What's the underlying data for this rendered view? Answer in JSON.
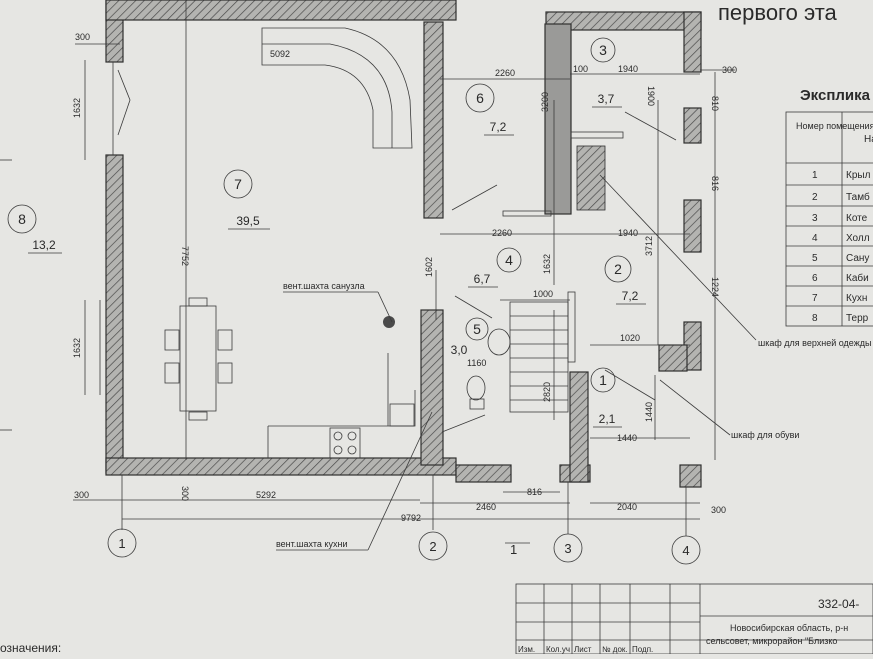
{
  "title_partial": "первого эта",
  "explication": {
    "title_partial": "Эксплика",
    "header_col1": "Номер помещения",
    "header_col2": "На",
    "rows": [
      {
        "num": "1",
        "name": "Крыл"
      },
      {
        "num": "2",
        "name": "Тамб"
      },
      {
        "num": "3",
        "name": "Коте"
      },
      {
        "num": "4",
        "name": "Холл"
      },
      {
        "num": "5",
        "name": "Сану"
      },
      {
        "num": "6",
        "name": "Каби"
      },
      {
        "num": "7",
        "name": "Кухн"
      },
      {
        "num": "8",
        "name": "Терр"
      }
    ]
  },
  "rooms": [
    {
      "num": "8",
      "area": "13,2"
    },
    {
      "num": "7",
      "area": "39,5"
    },
    {
      "num": "6",
      "area": "7,2"
    },
    {
      "num": "3",
      "area": "3,7"
    },
    {
      "num": "4",
      "area": "6,7"
    },
    {
      "num": "2",
      "area": "7,2"
    },
    {
      "num": "5",
      "area": "3,0"
    },
    {
      "num": "1",
      "area": "2,1"
    }
  ],
  "dimensions": {
    "d300_top": "300",
    "d5092": "5092",
    "d2260_top": "2260",
    "d100": "100",
    "d1940_top": "1940",
    "d300_right": "300",
    "d810": "810",
    "d1900": "1900",
    "d3200": "3200",
    "d1632_left_top": "1632",
    "d7752": "7752",
    "d816": "816",
    "d2260_mid": "2260",
    "d1940_mid": "1940",
    "d1602": "1602",
    "d1632_mid": "1632",
    "d3712": "3712",
    "d1224": "1224",
    "d1000": "1000",
    "d1020": "1020",
    "d1632_left_bottom": "1632",
    "d1160": "1160",
    "d2820": "2820",
    "d1440_v": "1440",
    "d1440_h": "1440",
    "d300_bottom": "300",
    "d300_bottom2": "300",
    "d5292": "5292",
    "d2460": "2460",
    "d816_bottom": "816",
    "d2040": "2040",
    "d9792": "9792",
    "d300_br": "300"
  },
  "annotations": {
    "vent_bath": "вент.шахта санузла",
    "vent_kitchen": "вент.шахта кухни",
    "closet_outer": "шкаф для верхней одежды",
    "closet_shoes": "шкаф для обуви",
    "section_mark": "1"
  },
  "axes": [
    "1",
    "2",
    "3",
    "4"
  ],
  "stamp": {
    "code": "332-04-",
    "address_line1": "Новосибирская область, р-н",
    "address_line2": "сельсовет, микрорайон \"Близко",
    "col_labels": [
      "Изм.",
      "Кол.уч",
      "Лист",
      "№ док.",
      "Подп."
    ]
  },
  "legend_partial": "означения:",
  "colors": {
    "paper": "#e6e6e3",
    "wall_fill": "#9a9a98",
    "line": "#2f2f2f"
  }
}
